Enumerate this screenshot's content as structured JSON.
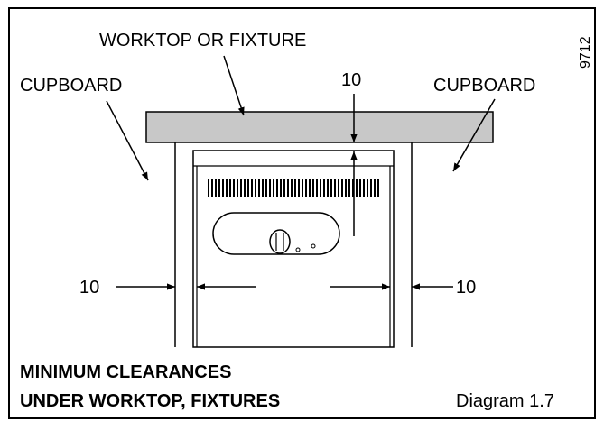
{
  "labels": {
    "worktop": "WORKTOP OR FIXTURE",
    "cupboard_left": "CUPBOARD",
    "cupboard_right": "CUPBOARD",
    "top_clearance": "10",
    "left_clearance": "10",
    "right_clearance": "10",
    "ref_number": "9712"
  },
  "caption": {
    "line1": "MINIMUM CLEARANCES",
    "line2": "UNDER WORKTOP, FIXTURES"
  },
  "diagram_label": "Diagram 1.7",
  "colors": {
    "worktop_fill": "#c8c8c8",
    "line": "#000000",
    "background": "#ffffff"
  }
}
